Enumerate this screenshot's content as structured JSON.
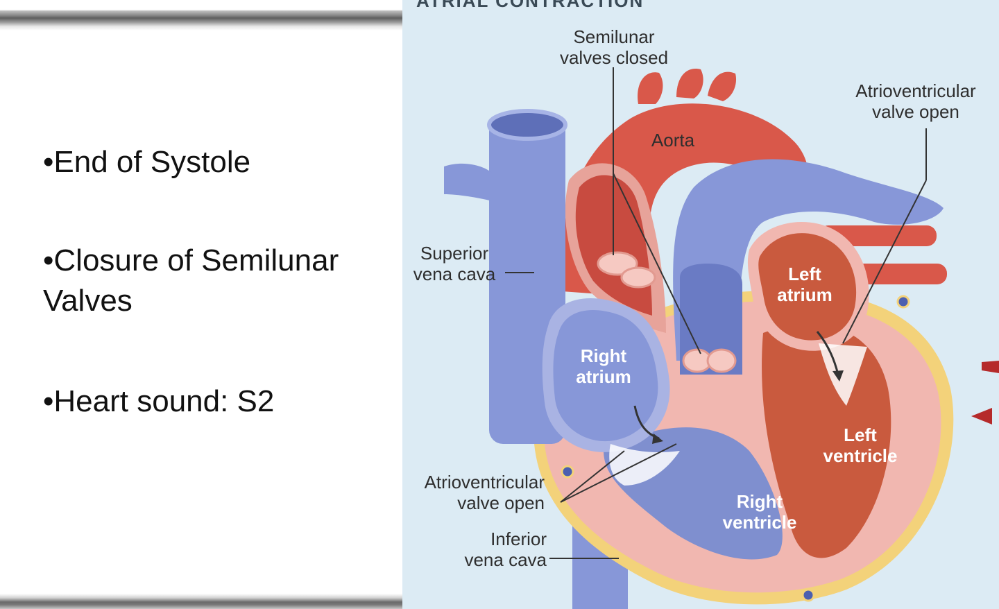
{
  "slide": {
    "bullets": [
      "•End of Systole",
      "•Closure of Semilunar\nValves",
      "•Heart sound: S2"
    ]
  },
  "diagram": {
    "heading": "ATRIAL CONTRACTION",
    "labels": {
      "semilunar": "Semilunar\nvalves closed",
      "av_open_top": "Atrioventricular\nvalve open",
      "aorta": "Aorta",
      "superior_vena_cava": "Superior\nvena cava",
      "left_atrium": "Left\natrium",
      "right_atrium": "Right\natrium",
      "left_ventricle": "Left\nventricle",
      "right_ventricle": "Right\nventricle",
      "av_open_bottom": "Atrioventricular\nvalve open",
      "inferior_vena_cava": "Inferior\nvena cava"
    },
    "colors": {
      "background": "#dcebf4",
      "venous_blue": "#8797d8",
      "arterial_red": "#d9584a",
      "myocardium_pink": "#f1b7b0",
      "fat_yellow": "#f3d27a"
    }
  }
}
